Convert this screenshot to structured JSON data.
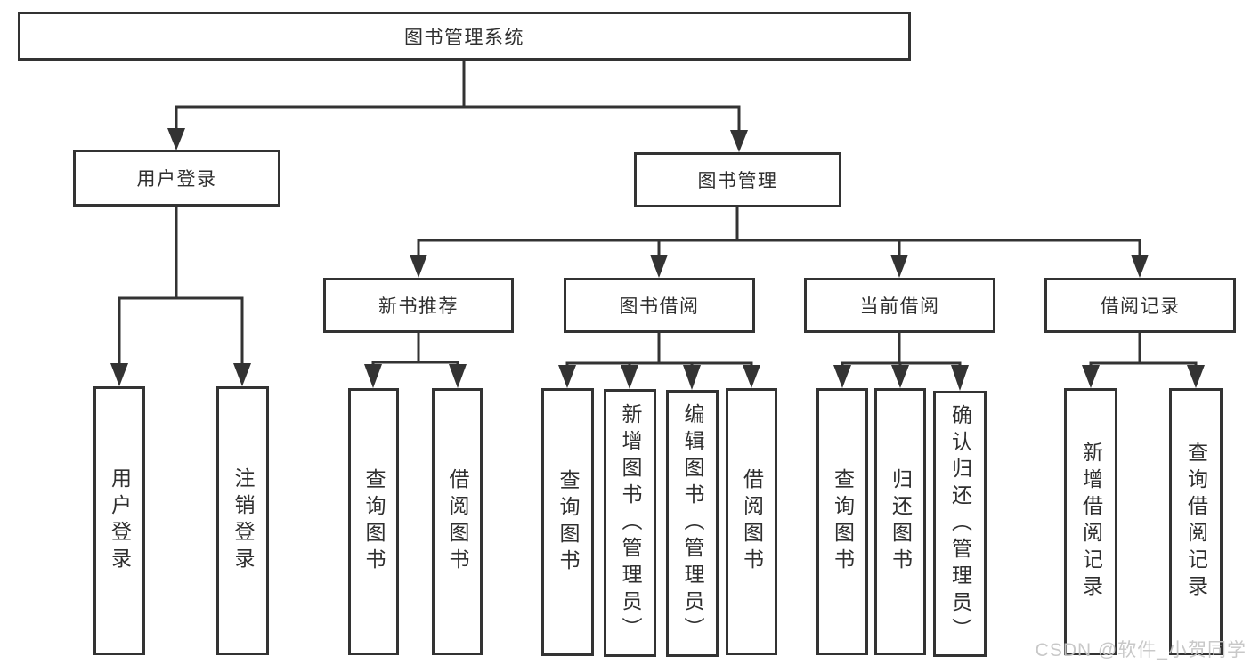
{
  "tree": {
    "root": {
      "label": "图书管理系统"
    },
    "branches": [
      {
        "label": "用户登录",
        "children": [
          {
            "label": "用户登录"
          },
          {
            "label": "注销登录"
          }
        ]
      },
      {
        "label": "图书管理",
        "children": [
          {
            "label": "新书推荐",
            "children": [
              {
                "label": "查询图书"
              },
              {
                "label": "借阅图书"
              }
            ]
          },
          {
            "label": "图书借阅",
            "children": [
              {
                "label": "查询图书"
              },
              {
                "label": "新增图书（管理员）"
              },
              {
                "label": "编辑图书（管理员）"
              },
              {
                "label": "借阅图书"
              }
            ]
          },
          {
            "label": "当前借阅",
            "children": [
              {
                "label": "查询图书"
              },
              {
                "label": "归还图书"
              },
              {
                "label": "确认归还（管理员）"
              }
            ]
          },
          {
            "label": "借阅记录",
            "children": [
              {
                "label": "新增借阅记录"
              },
              {
                "label": "查询借阅记录"
              }
            ]
          }
        ]
      }
    ]
  },
  "watermark": {
    "text": "CSDN @软件_小贺同学"
  },
  "colors": {
    "line": "#333333",
    "box_border": "#333333",
    "text": "#2f2f2f",
    "watermark": "#c5c5c5",
    "background": "#ffffff"
  }
}
